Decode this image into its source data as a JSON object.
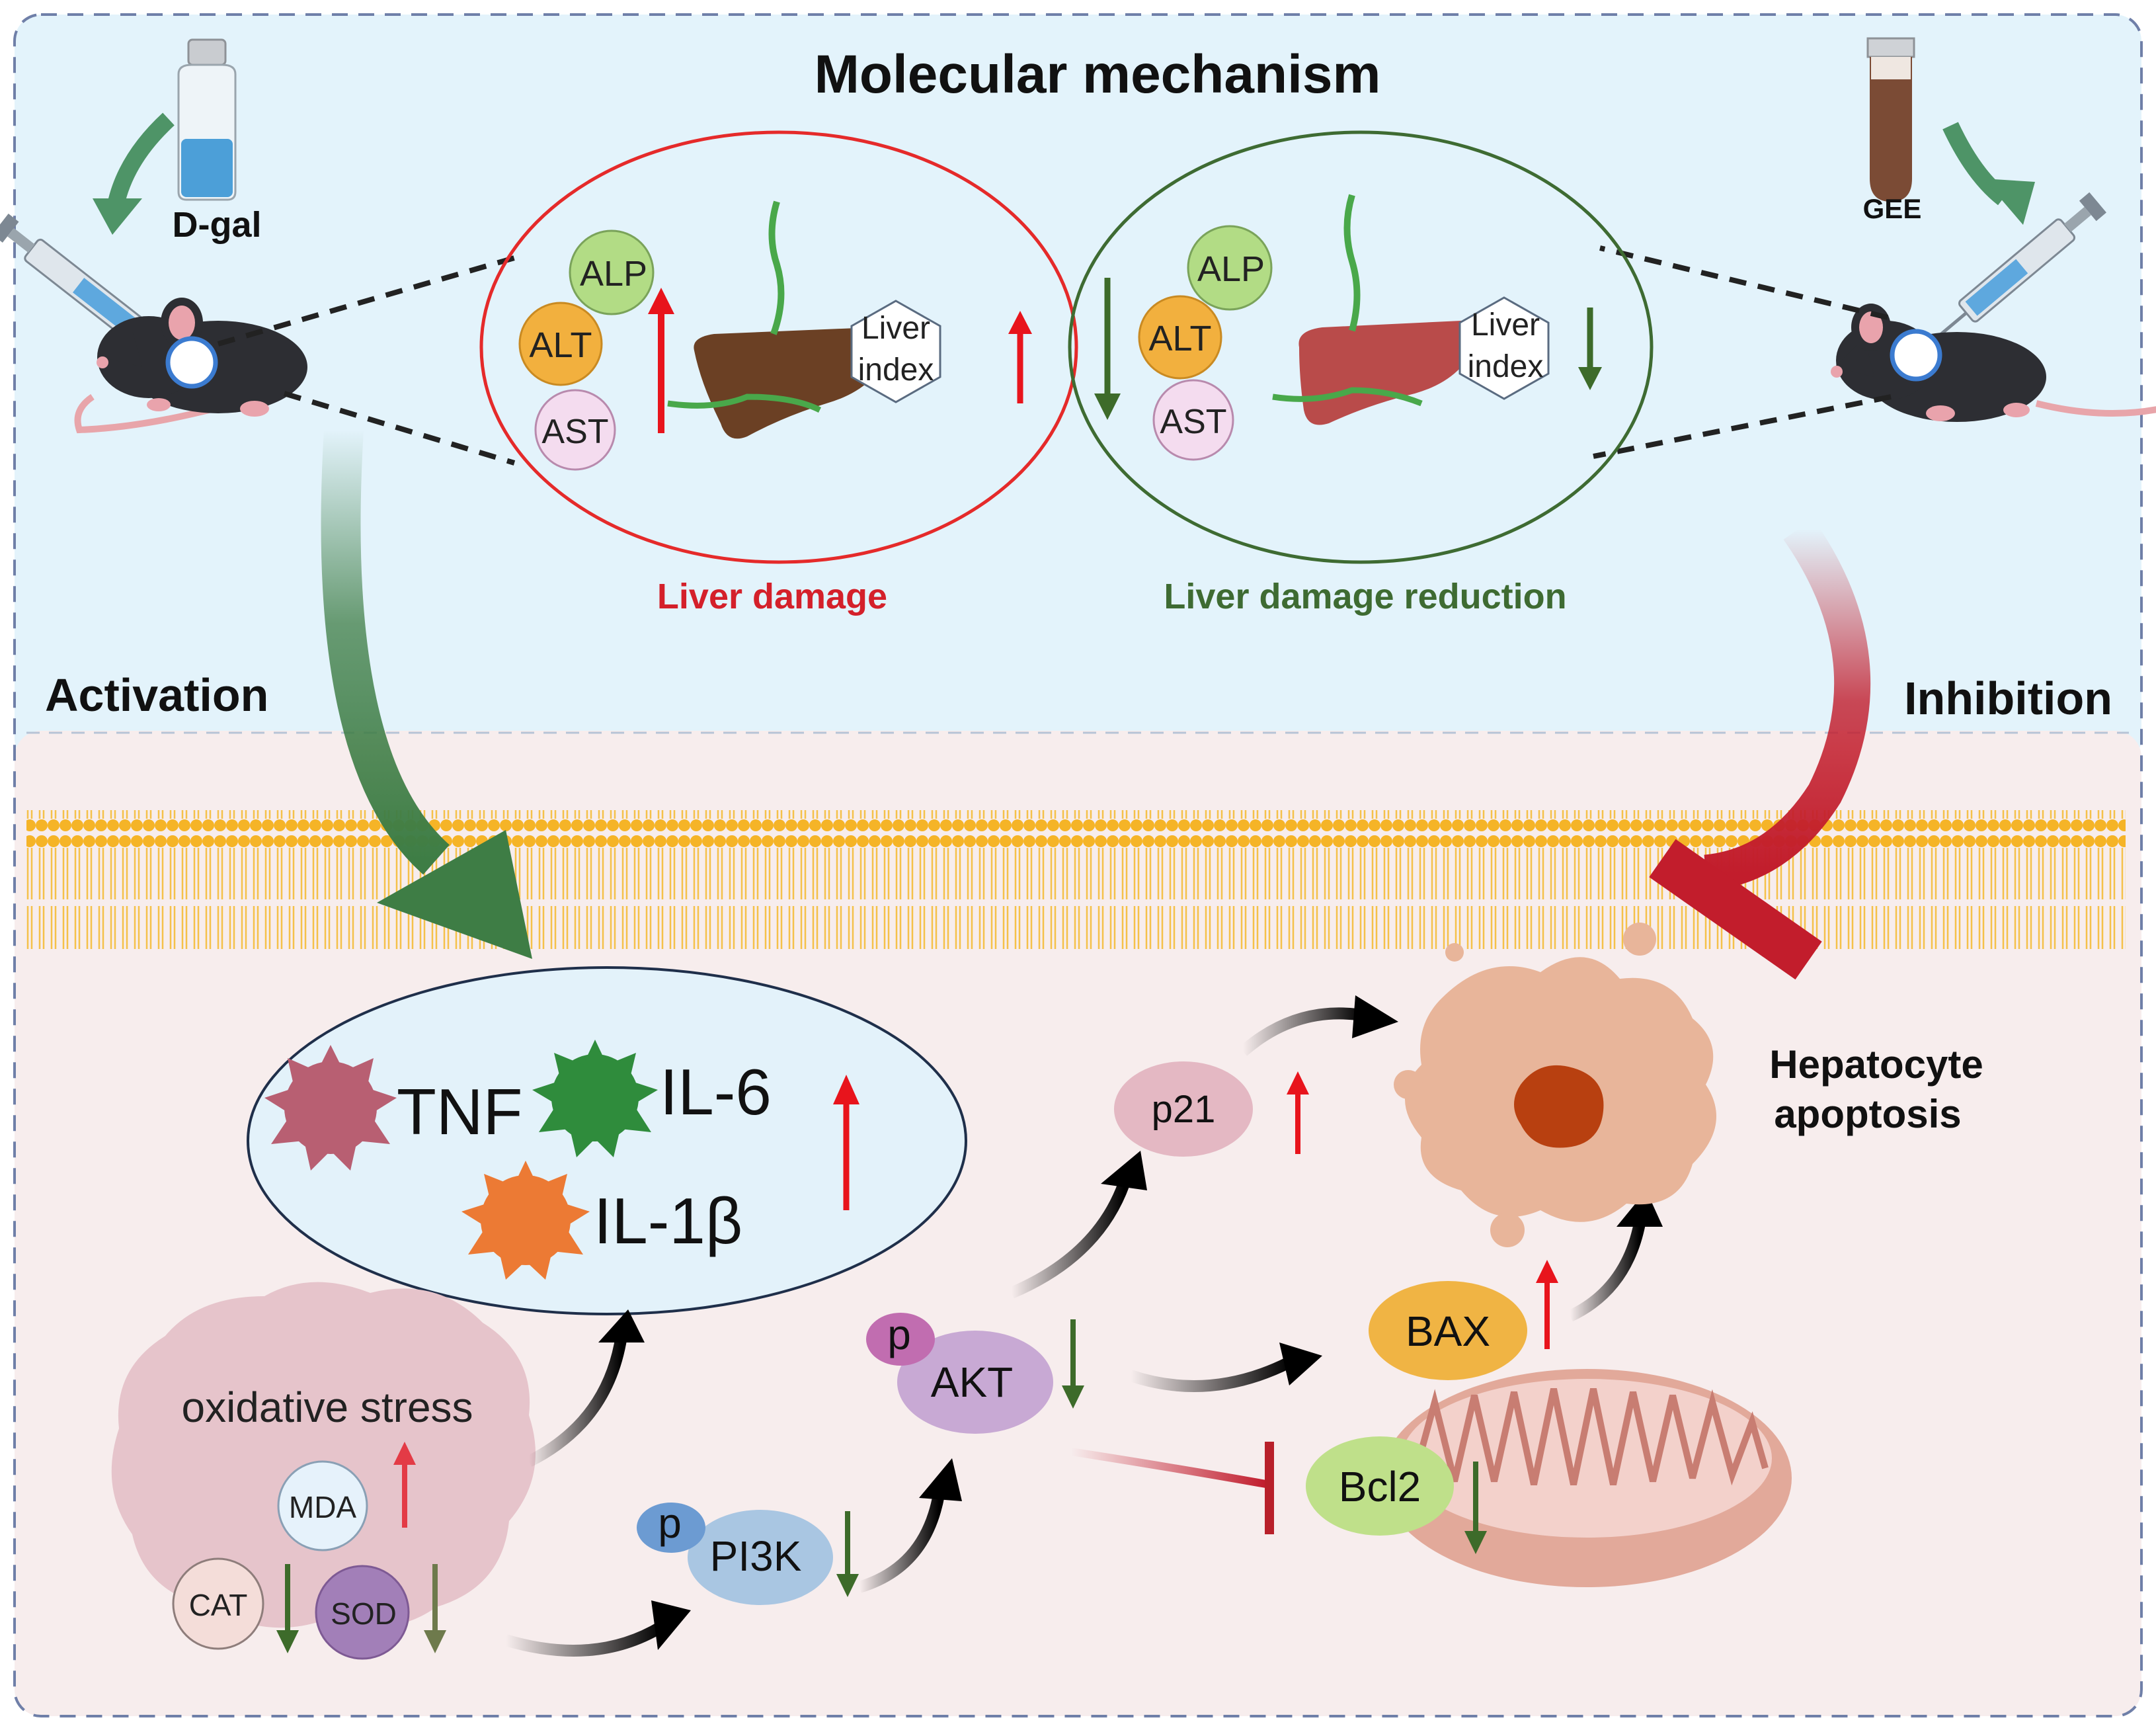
{
  "title": "Molecular mechanism",
  "treatments": {
    "left": "D-gal",
    "right": "GEE"
  },
  "damage_panel": {
    "markers": [
      "ALP",
      "ALT",
      "AST"
    ],
    "liver_index_line1": "Liver",
    "liver_index_line2": "index",
    "caption": "Liver damage"
  },
  "reduction_panel": {
    "markers": [
      "ALP",
      "ALT",
      "AST"
    ],
    "liver_index_line1": "Liver",
    "liver_index_line2": "index",
    "caption": "Liver damage reduction"
  },
  "activation_label": "Activation",
  "inhibition_label": "Inhibition",
  "cytokines": [
    "TNF",
    "IL-6",
    "IL-1β"
  ],
  "oxidative": {
    "title": "oxidative stress",
    "mda": "MDA",
    "cat": "CAT",
    "sod": "SOD"
  },
  "pathway": {
    "p_label": "p",
    "pi3k": "PI3K",
    "akt": "AKT",
    "p21": "p21",
    "bax": "BAX",
    "bcl2": "Bcl2"
  },
  "outcome_line1": "Hepatocyte",
  "outcome_line2": "apoptosis",
  "colors": {
    "top_bg": "#e3f3fb",
    "bottom_bg": "#f7eded",
    "up_arrow": "#e8141c",
    "down_arrow": "#3d6b2a",
    "damage_ring": "#e52a2a",
    "reduction_ring": "#3e6b32",
    "activation_arrow": "#3e7d45",
    "inhibition": "#b8202a"
  }
}
